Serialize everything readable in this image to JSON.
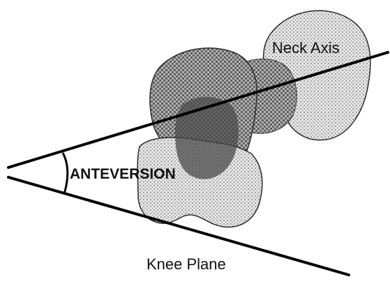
{
  "labels": {
    "neck_axis": "Neck Axis",
    "angle": "ANTEVERSION",
    "knee_plane": "Knee Plane"
  },
  "colors": {
    "line": "#000000",
    "bone_dark": "#2e2e2e",
    "bone_mid": "#6a6a6a",
    "bone_light": "#bdbdbd",
    "background": "#ffffff"
  },
  "icons": {
    "bone": "femur-3d-render-icon"
  }
}
